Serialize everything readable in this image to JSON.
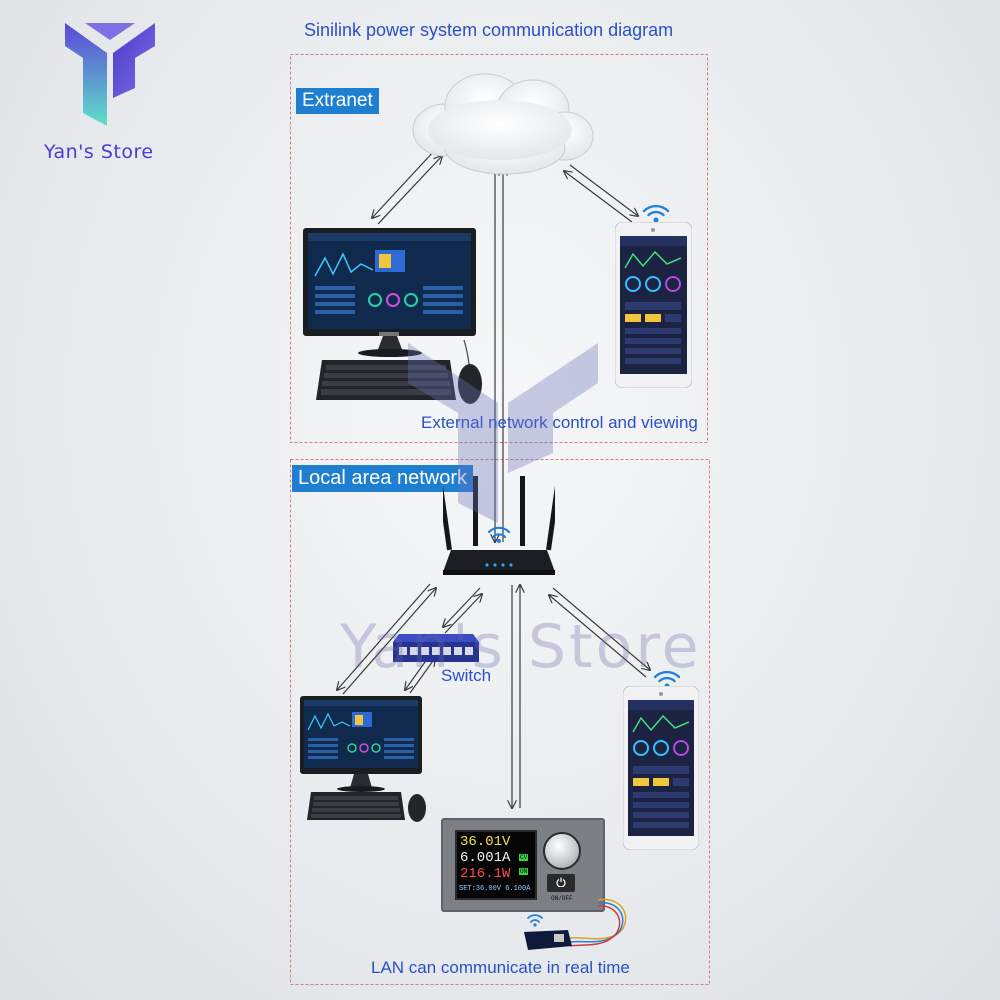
{
  "diagram": {
    "title": "Sinilink power system communication diagram"
  },
  "store": {
    "name": "Yan's Store",
    "watermark": "Yan's Store"
  },
  "zones": {
    "extranet": {
      "label": "Extranet",
      "caption": "External network control and viewing"
    },
    "lan": {
      "label": "Local area network",
      "caption": "LAN can communicate in real time"
    }
  },
  "devices": {
    "switch_label": "Switch",
    "power_supply": {
      "voltage": "36.01V",
      "current": "6.001A",
      "power": "216.1W",
      "set_line": "SET:36.00V 6.100A",
      "cv_badge": "CV",
      "on_badge": "ON",
      "button_label": "ON/OFF"
    }
  },
  "colors": {
    "accent_blue": "#1e7fd1",
    "text_blue": "#2b4fc9",
    "zone_border": "#d77a7a",
    "logo_blue": "#5a4fd6",
    "logo_teal": "#59d9c4"
  }
}
